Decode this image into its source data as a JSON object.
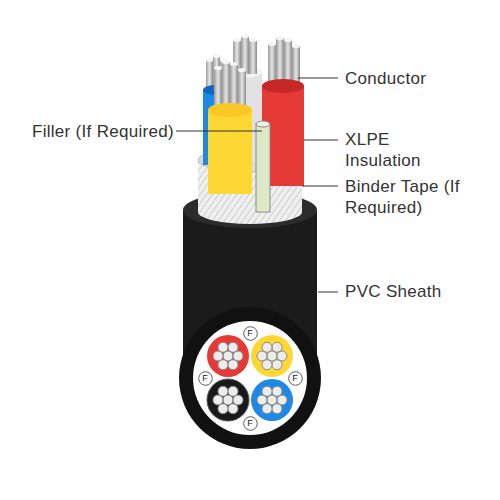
{
  "diagram": {
    "nodes": [
      {
        "text": [
          "F"
        ]
      },
      {
        "text": [
          "F"
        ]
      },
      {
        "text": [
          "F"
        ]
      },
      {
        "text": [
          "F"
        ]
      }
    ],
    "labels": [
      "Conductor",
      "Filler (If Required)",
      "XLPE Insulation",
      "Binder Tape (If Required)",
      "PVC Sheath"
    ]
  }
}
